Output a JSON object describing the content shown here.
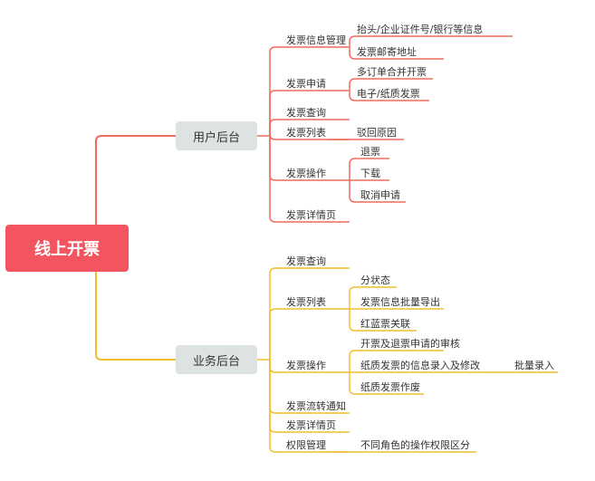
{
  "root": {
    "label": "线上开票"
  },
  "colors": {
    "root_fill": "#f25560",
    "branch_fill": "#dde3e3",
    "user_line": "#ef6b5e",
    "biz_line": "#f2be2e"
  },
  "user": {
    "label": "用户后台",
    "c0": "发票信息管理",
    "c0_0": "抬头/企业证件号/银行等信息",
    "c0_1": "发票邮寄地址",
    "c1": "发票申请",
    "c1_0": "多订单合并开票",
    "c1_1": "电子/纸质发票",
    "c2": "发票查询",
    "c3": "发票列表",
    "c3_0": "驳回原因",
    "c4": "发票操作",
    "c4_0": "退票",
    "c4_1": "下载",
    "c4_2": "取消申请",
    "c5": "发票详情页"
  },
  "biz": {
    "label": "业务后台",
    "c0": "发票查询",
    "c1": "发票列表",
    "c1_0": "分状态",
    "c1_1": "发票信息批量导出",
    "c1_2": "红蓝票关联",
    "c2": "发票操作",
    "c2_0": "开票及退票申请的审核",
    "c2_1": "纸质发票的信息录入及修改",
    "c2_1_0": "批量录入",
    "c2_2": "纸质发票作废",
    "c3": "发票流转通知",
    "c4": "发票详情页",
    "c5": "权限管理",
    "c5_0": "不同角色的操作权限区分"
  }
}
